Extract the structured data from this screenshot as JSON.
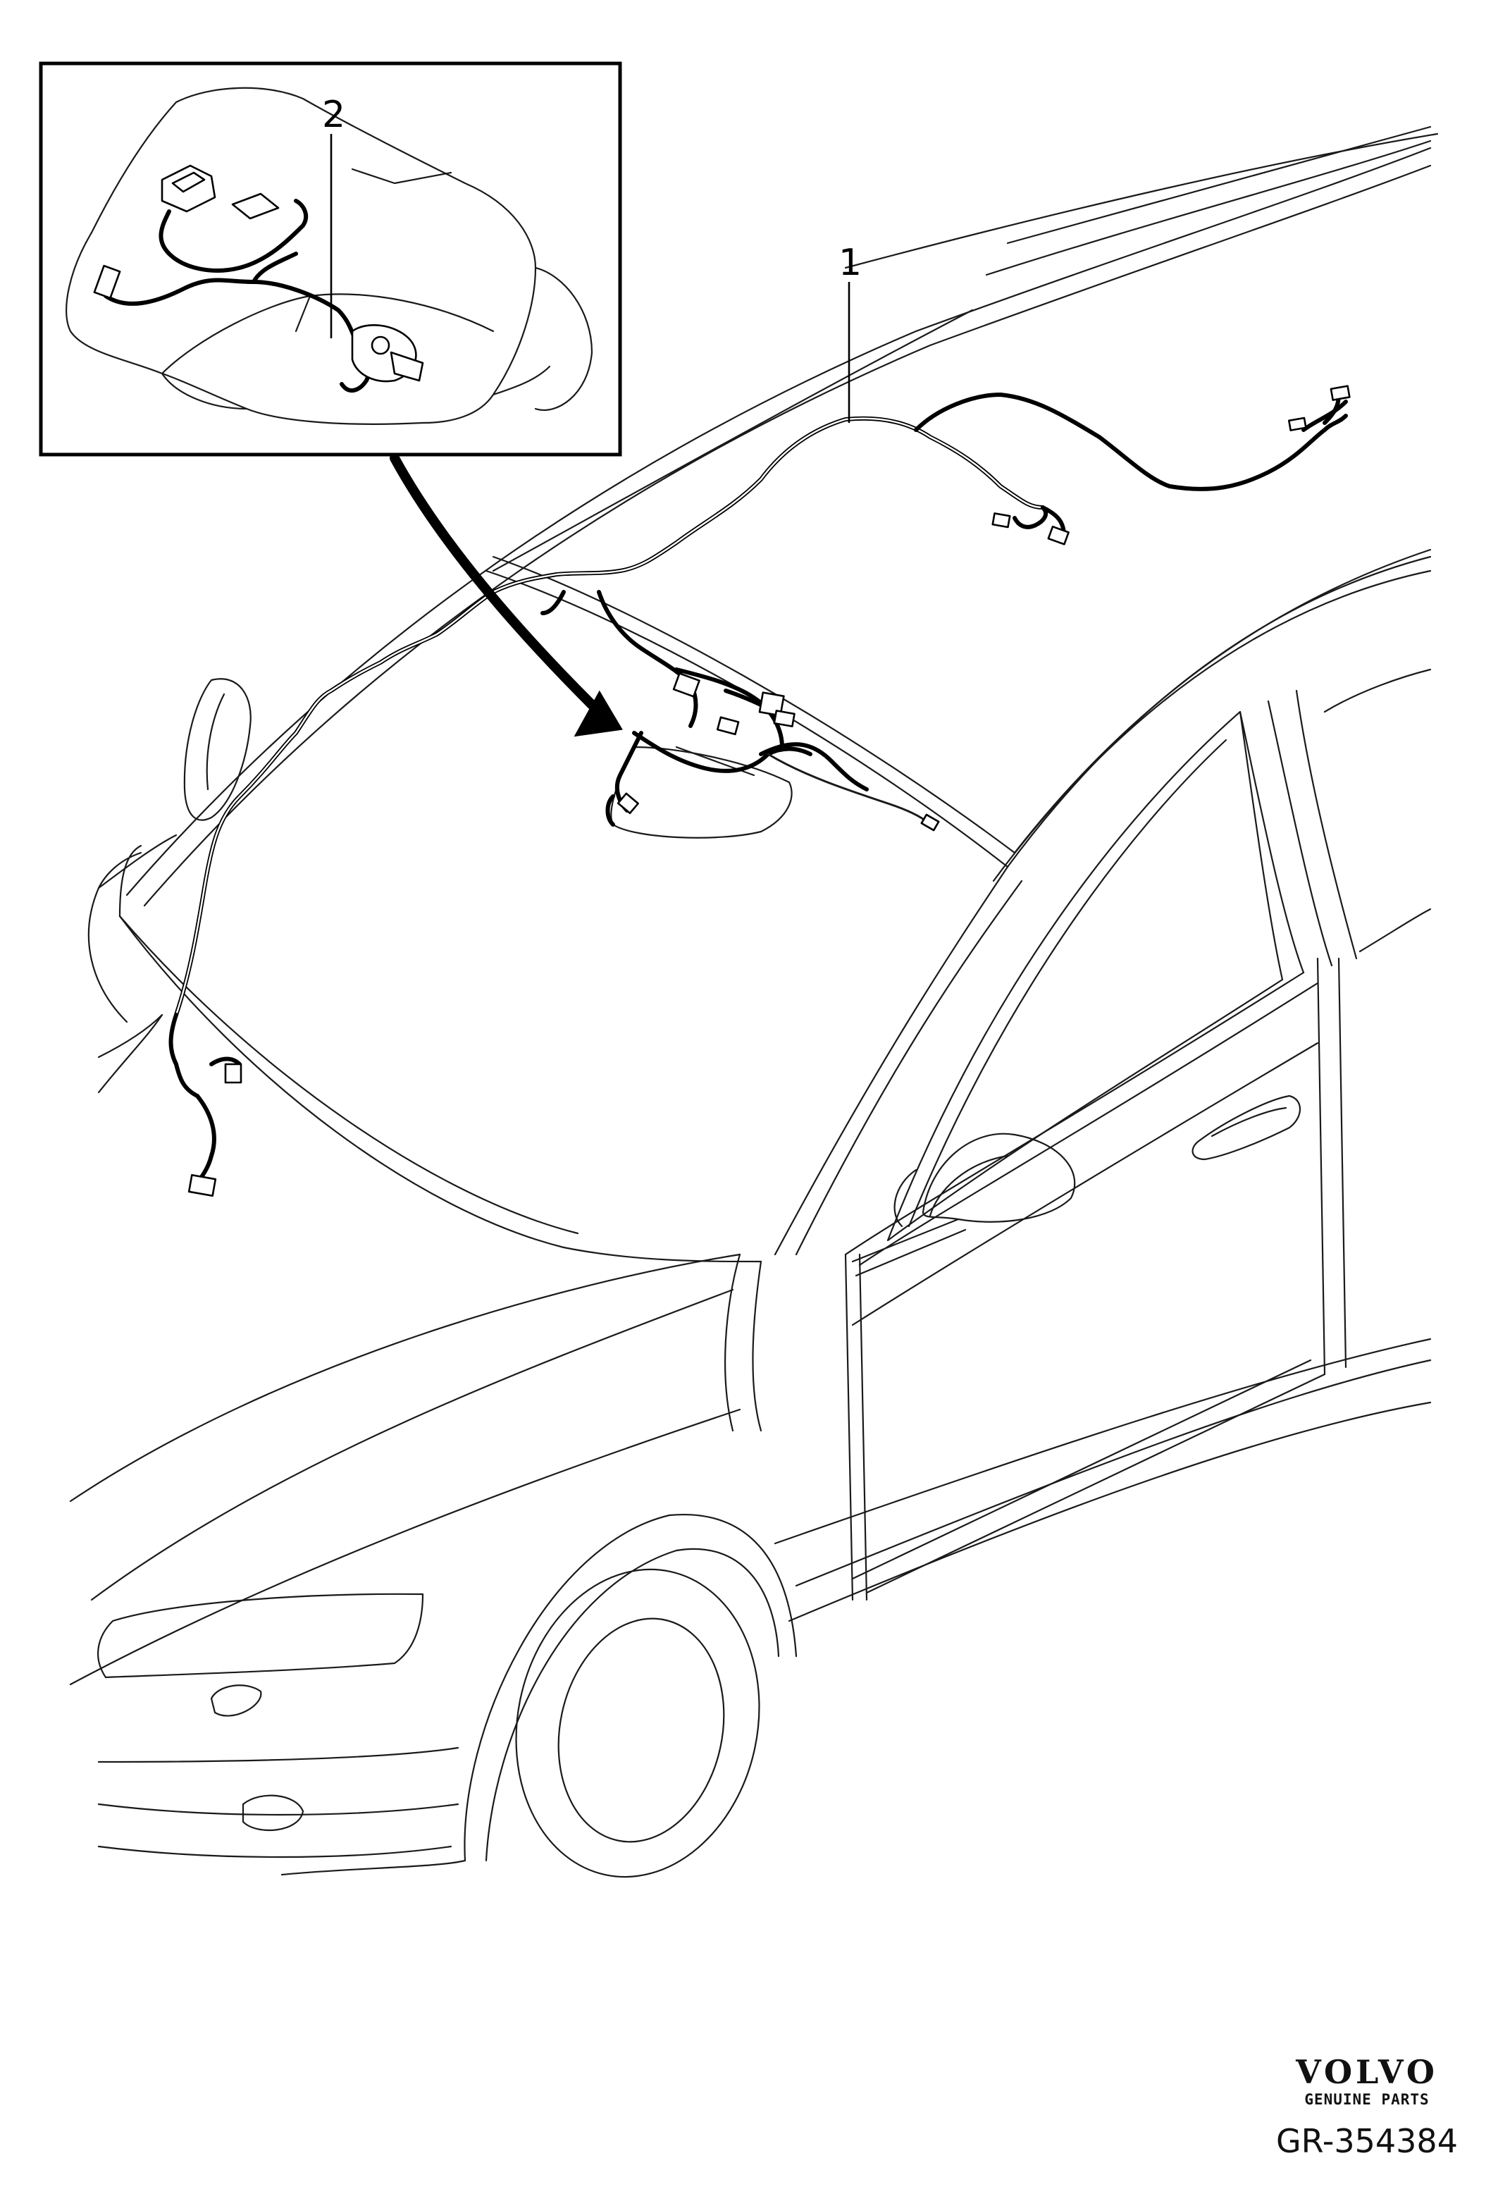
{
  "callouts": [
    {
      "id": "harness",
      "label": "1"
    },
    {
      "id": "mirror-harness",
      "label": "2"
    }
  ],
  "brand": {
    "logo_text": "VOLVO",
    "subtitle": "GENUINE PARTS"
  },
  "reference_code": "GR-354384"
}
